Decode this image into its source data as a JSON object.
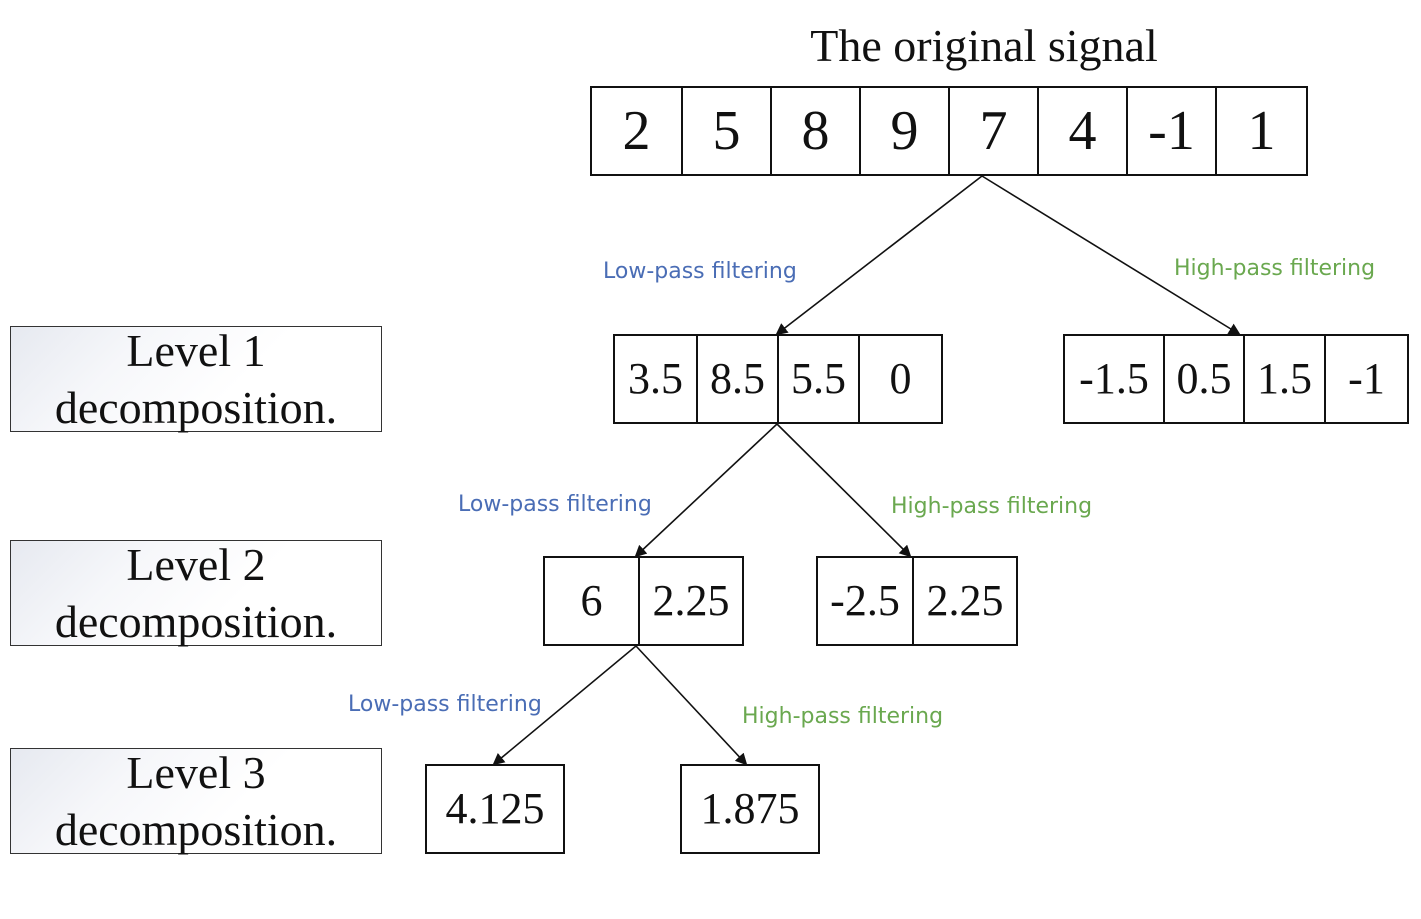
{
  "title": "The original signal",
  "original": [
    "2",
    "5",
    "8",
    "9",
    "7",
    "4",
    "-1",
    "1"
  ],
  "level1": {
    "low": [
      "3.5",
      "8.5",
      "5.5",
      "0"
    ],
    "high": [
      "-1.5",
      "0.5",
      "1.5",
      "-1"
    ]
  },
  "level2": {
    "low": [
      "6",
      "2.25"
    ],
    "high": [
      "-2.5",
      "2.25"
    ]
  },
  "level3": {
    "low": [
      "4.125"
    ],
    "high": [
      "1.875"
    ]
  },
  "levels": [
    {
      "line1": "Level 1",
      "line2": "decomposition."
    },
    {
      "line1": "Level 2",
      "line2": "decomposition."
    },
    {
      "line1": "Level 3",
      "line2": "decomposition."
    }
  ],
  "filters": {
    "low": "Low-pass filtering",
    "high": "High-pass filtering"
  },
  "colors": {
    "low": "#4a6db5",
    "high": "#6aa84f",
    "ink": "#111111"
  }
}
